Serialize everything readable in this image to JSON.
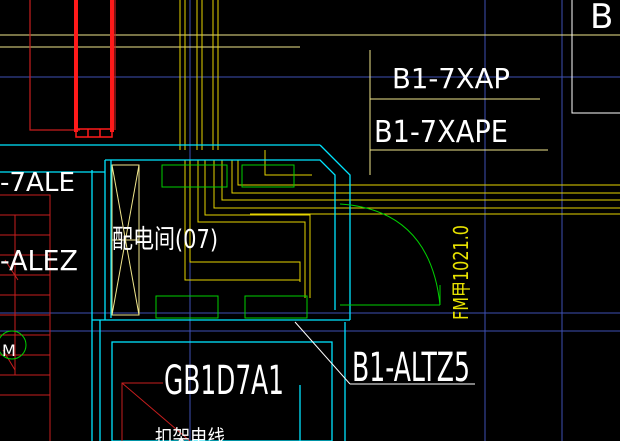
{
  "drawing": {
    "background": "#000000",
    "colors": {
      "cyan": "#00e5ff",
      "yellow": "#e6d400",
      "light_yellow": "#f0e68c",
      "red": "#ff1a1a",
      "dark_red": "#c81e1e",
      "green": "#00d000",
      "blue": "#3e50b4",
      "white": "#ffffff"
    },
    "labels": {
      "b1_7xap": "B1-7XAP",
      "b1_7xape": "B1-7XAPE",
      "b1_altz5": "B1-ALTZ5",
      "b1_d7a1": "GB1D7A1",
      "room_name": "配电间(07)",
      "fm_door": "FM甲1021.0",
      "ale_7": "-7ALE",
      "alez": "-ALEZ",
      "bottom_text": "扣架电线",
      "top_right_b": "B",
      "small_m": "M"
    }
  }
}
